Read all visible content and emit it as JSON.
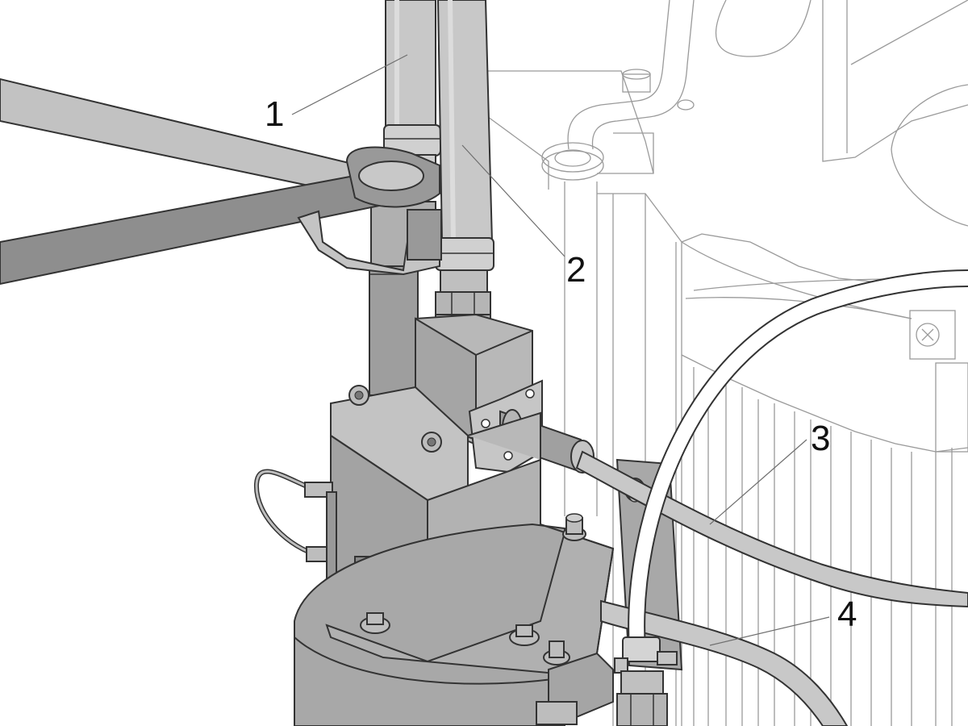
{
  "callouts": [
    {
      "id": "1",
      "label": "1"
    },
    {
      "id": "2",
      "label": "2"
    },
    {
      "id": "3",
      "label": "3"
    },
    {
      "id": "4",
      "label": "4"
    }
  ],
  "colors": {
    "background": "#ffffff",
    "outline": "#9a9a9a",
    "part_light": "#c4c4c4",
    "part_mid": "#a6a6a6",
    "part_dark": "#8c8c8c",
    "hose": "#c8c8c8",
    "text": "#111111"
  }
}
